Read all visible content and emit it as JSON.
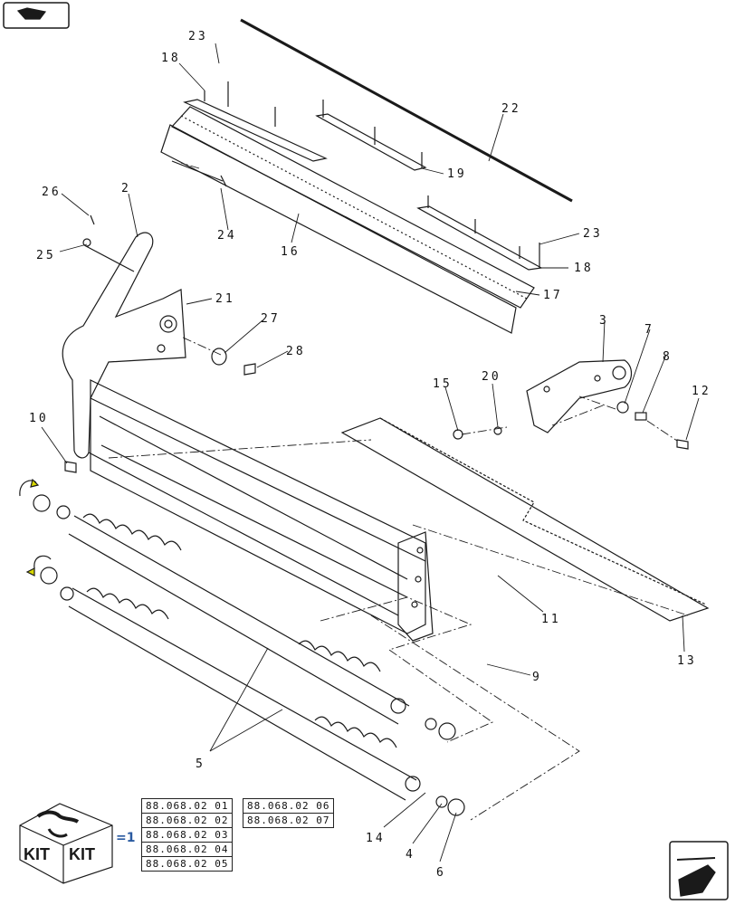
{
  "icons": {
    "top_left": "book-navigation-icon",
    "bottom_right": "next-page-arrow-icon",
    "kit": "kit-box-icon"
  },
  "callouts": [
    "23",
    "18",
    "22",
    "19",
    "26",
    "2",
    "24",
    "16",
    "23",
    "18",
    "25",
    "21",
    "17",
    "27",
    "28",
    "3",
    "7",
    "8",
    "15",
    "20",
    "12",
    "10",
    "11",
    "13",
    "9",
    "5",
    "14",
    "4",
    "6"
  ],
  "kit": {
    "labels": [
      "KIT",
      "KIT"
    ],
    "equals": "=1",
    "col1": [
      "88.068.02 01",
      "88.068.02 02",
      "88.068.02 03",
      "88.068.02 04",
      "88.068.02 05"
    ],
    "col2": [
      "88.068.02 06",
      "88.068.02 07"
    ]
  },
  "colors": {
    "line": "#1a1a1a",
    "accent": "#2a5aa0",
    "arrow": "#d8d800"
  }
}
